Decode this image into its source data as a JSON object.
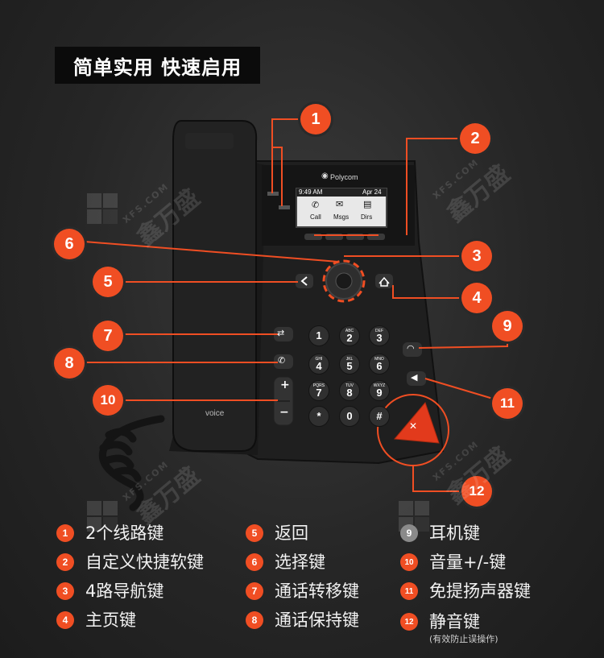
{
  "title": "简单实用 快速启用",
  "phone": {
    "brand": "Polycom",
    "time": "9:49 AM",
    "date": "Apr 24",
    "softkeys": [
      "Call",
      "Msgs",
      "Dirs"
    ],
    "voice_label": "voice",
    "keypad": [
      {
        "digit": "1",
        "letters": ""
      },
      {
        "digit": "2",
        "letters": "ABC"
      },
      {
        "digit": "3",
        "letters": "DEF"
      },
      {
        "digit": "4",
        "letters": "GHI"
      },
      {
        "digit": "5",
        "letters": "JKL"
      },
      {
        "digit": "6",
        "letters": "MNO"
      },
      {
        "digit": "7",
        "letters": "PQRS"
      },
      {
        "digit": "8",
        "letters": "TUV"
      },
      {
        "digit": "9",
        "letters": "WXYZ"
      },
      {
        "digit": "*",
        "letters": ""
      },
      {
        "digit": "0",
        "letters": ""
      },
      {
        "digit": "#",
        "letters": ""
      }
    ],
    "volume_plus": "+",
    "volume_minus": "−"
  },
  "callouts": [
    "1",
    "2",
    "3",
    "4",
    "5",
    "6",
    "7",
    "8",
    "9",
    "10",
    "11",
    "12"
  ],
  "legend": [
    {
      "num": "1",
      "text": "2个线路键"
    },
    {
      "num": "2",
      "text": "自定义快捷软键"
    },
    {
      "num": "3",
      "text": "4路导航键"
    },
    {
      "num": "4",
      "text": "主页键"
    },
    {
      "num": "5",
      "text": "返回"
    },
    {
      "num": "6",
      "text": "选择键"
    },
    {
      "num": "7",
      "text": "通话转移键"
    },
    {
      "num": "8",
      "text": "通话保持键"
    },
    {
      "num": "9",
      "text": "耳机键"
    },
    {
      "num": "10",
      "text": "音量+/-键"
    },
    {
      "num": "11",
      "text": "免提扬声器键"
    },
    {
      "num": "12",
      "text": "静音键",
      "note": "(有效防止误操作)"
    }
  ],
  "watermark": {
    "text": "鑫万盛",
    "site": "XFS.COM"
  },
  "colors": {
    "accent": "#f04e23",
    "background": "#262626"
  }
}
